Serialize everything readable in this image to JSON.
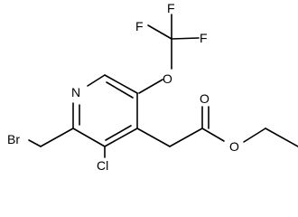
{
  "molecule": {
    "atoms": {
      "F1": "F",
      "F2": "F",
      "F3": "F",
      "O_ether": "O",
      "N": "N",
      "O_carbonyl": "O",
      "O_ester": "O",
      "Br": "Br",
      "Cl": "Cl"
    }
  }
}
